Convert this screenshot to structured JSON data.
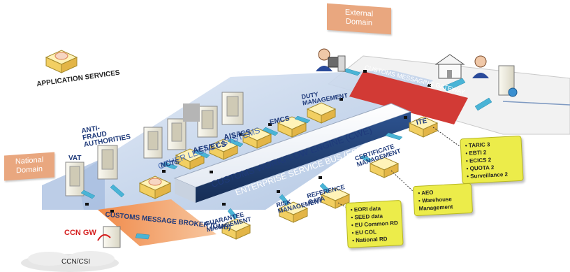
{
  "domains": {
    "external": "External Domain",
    "national": "National Domain"
  },
  "legend": {
    "application_services": "APPLICATION SERVICES"
  },
  "labels": {
    "other_legacy_systems": "OTHER LEGACY SYSTEMS",
    "anti_fraud": "ANTI-FRAUD AUTHORITIES",
    "vat": "VAT",
    "ncts": "NCTS",
    "aes_ecs": "AES/ECS",
    "ais_ics": "AIS/ICS",
    "emcs": "EMCS",
    "duty_management": "DUTY MANAGEMENT",
    "customs_messaging_gateway": "CUSTOMS MESSAGING GATEWAY",
    "cwe": "CUSTOMS WORKFLOW ENGINE (CWE)",
    "esb": "ENTERPRISE SERVICE BUS (ESB)",
    "certificate_management": "CERTIFICATE MANAGEMENT",
    "ite": "ITE",
    "cmb": "CUSTOMS MESSAGE BROKER (CMB)",
    "guarantee_management": "GUARANTEE MANAGEMENT",
    "risk_management": "RISK MANAGEMENT",
    "reference_data": "REFERENCE DATA",
    "ccn_gw": "CCN GW",
    "ccn_csi": "CCN/CSI"
  },
  "notes": {
    "ite_list": [
      "TARIC 3",
      "EBTI 2",
      "ECICS 2",
      "QUOTA 2",
      "Surveillance 2"
    ],
    "cert_list": [
      "AEO",
      "Warehouse Management"
    ],
    "ref_list": [
      "EORI data",
      "SEED data",
      "EU Common RD",
      "EU COL",
      "National RD"
    ]
  },
  "colors": {
    "domain_tab": "#e9a77f",
    "platform": "#b8cce8",
    "esb_bar": "#1e3c6e",
    "gateway_bar": "#d23a35",
    "cmb_bar": "#f3a66a",
    "note": "#ecec4a",
    "arrow": "#4ab4d6",
    "label_blue": "#1f3a7a",
    "ccn_red": "#d51f1f"
  }
}
